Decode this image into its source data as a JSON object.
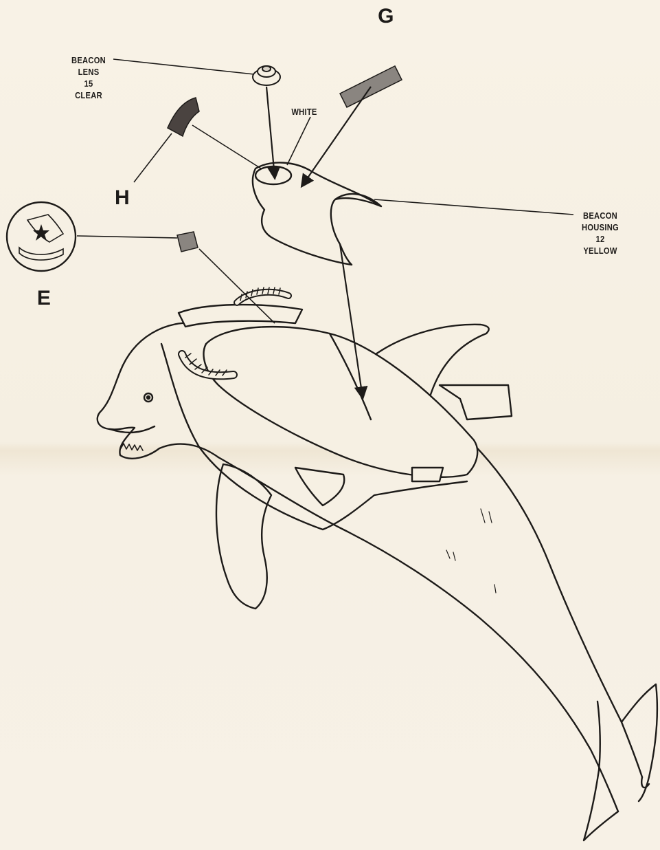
{
  "labels": {
    "beacon_lens": {
      "line1": "BEACON",
      "line2": "LENS",
      "line3": "15",
      "line4": "CLEAR"
    },
    "white": "WHITE",
    "beacon_housing": {
      "line1": "BEACON",
      "line2": "HOUSING",
      "line3": "12",
      "line4": "YELLOW"
    },
    "decal_g": "G",
    "decal_h": "H",
    "decal_e": "E"
  },
  "colors": {
    "paper": "#f6f0e3",
    "ink": "#1d1b19",
    "decal_gray": "#8a8580",
    "decal_dark": "#4a4340"
  }
}
